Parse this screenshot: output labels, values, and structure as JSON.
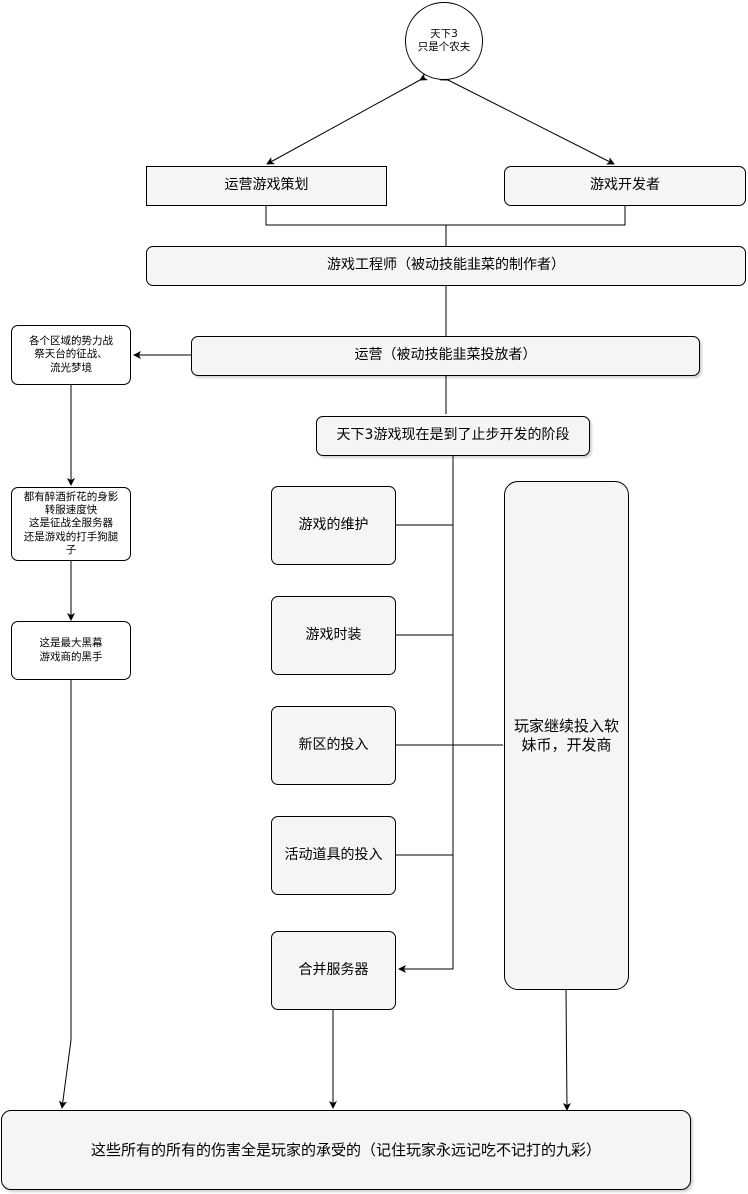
{
  "nodes": {
    "top_circle": "天下3\n只是个农夫",
    "ops_planning": "运营游戏策划",
    "game_developer": "游戏开发者",
    "game_engineer": "游戏工程师（被动技能韭菜的制作者）",
    "operations": "运营（被动技能韭菜投放者）",
    "stage": "天下3游戏现在是到了止步开发的阶段",
    "left_region": "各个区域的势力战\n祭天台的征战、\n流光梦境",
    "left_drunk": "都有醉酒折花的身影\n转服速度快\n这是征战全服务器\n还是游戏的打手狗腿\n子",
    "left_black": "这是最大黑幕\n游戏商的黑手",
    "maintenance": "游戏的维护",
    "fashion": "游戏时装",
    "new_server": "新区的投入",
    "event_items": "活动道具的投入",
    "merge_server": "合并服务器",
    "players_invest": "玩家继续投入软\n妹币，开发商",
    "bottom": "这些所有的所有的伤害全是玩家的承受的（记住玩家永远记吃不记打的九彩）"
  }
}
